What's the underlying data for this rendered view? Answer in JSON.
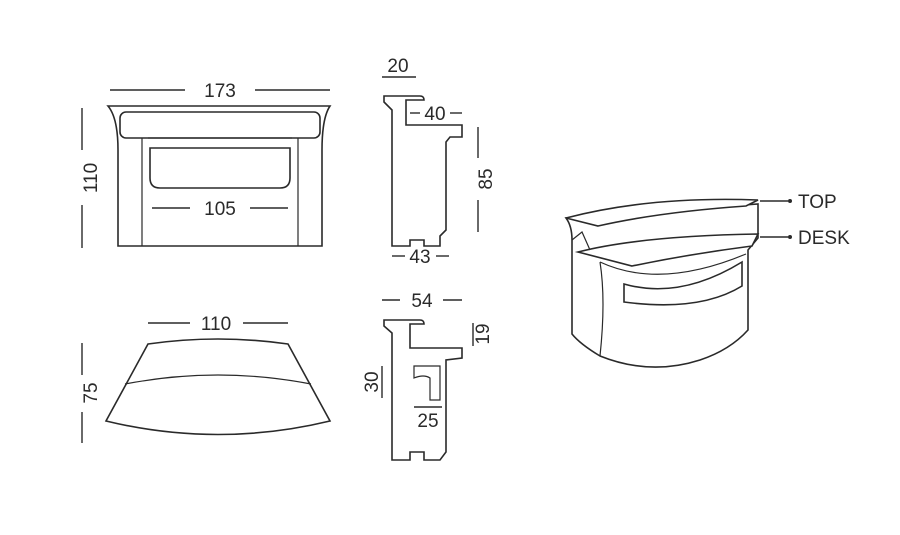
{
  "front_view": {
    "width_label": "173",
    "height_label": "110",
    "inner_width_label": "105"
  },
  "side_view_top": {
    "top_depth_label": "20",
    "desk_depth_label": "40",
    "desk_height_label": "85",
    "base_depth_label": "43"
  },
  "plan_view": {
    "width_label": "110",
    "depth_label": "75"
  },
  "side_view_bottom": {
    "total_depth_label": "54",
    "top_thickness_label": "19",
    "desk_drop_label": "30",
    "desk_depth_label": "25"
  },
  "perspective_view": {
    "callout_top": "TOP",
    "callout_desk": "DESK",
    "top_color": "#8f8f8f",
    "desk_color": "#b9b9b9"
  }
}
